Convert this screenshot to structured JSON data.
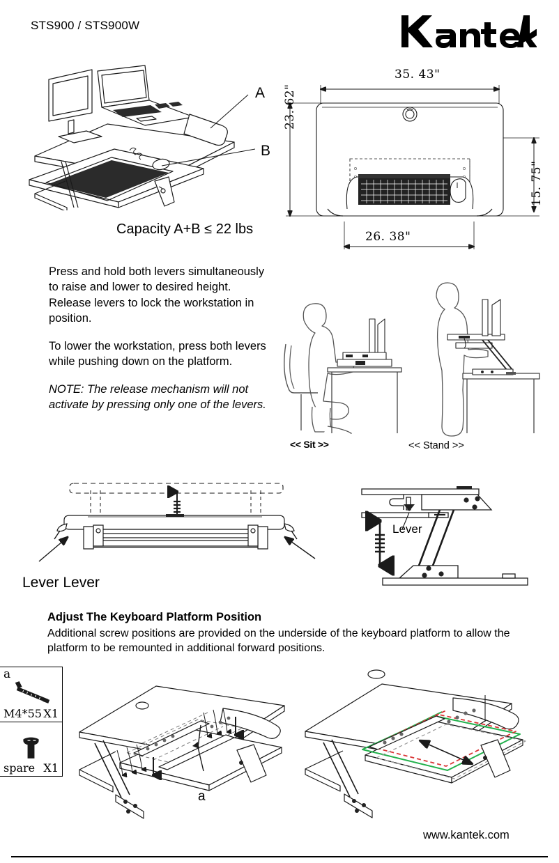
{
  "header": {
    "model_code": "STS900 / STS900W",
    "brand": "Kantek"
  },
  "hero": {
    "callout_a": "A",
    "callout_b": "B",
    "capacity": "Capacity A+B ≤ 22 lbs"
  },
  "dimensions": {
    "width_top": "35. 43\"",
    "height_left": "23. 62\"",
    "height_right": "15. 75\"",
    "width_bottom": "26. 38\""
  },
  "instructions": {
    "paragraph1": "Press and hold both levers simultaneously to raise and lower to desired height. Release levers to lock the workstation in position.",
    "paragraph2": "To lower the workstation, press both levers while pushing down on the platform.",
    "note": "NOTE: The release mechanism will not activate by pressing only one of the levers."
  },
  "posture": {
    "sit_label": "<< Sit >>",
    "stand_label": "<< Stand >>"
  },
  "lever_section": {
    "front_label": "Lever Lever",
    "side_label": "Lever"
  },
  "adjust_section": {
    "heading": "Adjust The Keyboard Platform Position",
    "body": "Additional screw positions are provided on the underside of the keyboard platform to allow the platform to be remounted in additional forward positions.",
    "callout_a": "a"
  },
  "parts": [
    {
      "tag": "a",
      "name": "M4*55",
      "qty": "X1",
      "icon": "hex-key-icon"
    },
    {
      "tag": "",
      "name": "spare",
      "qty": "X1",
      "icon": "screw-icon"
    }
  ],
  "footer": {
    "url": "www.kantek.com"
  },
  "colors": {
    "ink": "#000000",
    "paper": "#ffffff",
    "highlight_green": "#22b14c",
    "highlight_red": "#d93636",
    "dashed_gray": "#999999"
  }
}
